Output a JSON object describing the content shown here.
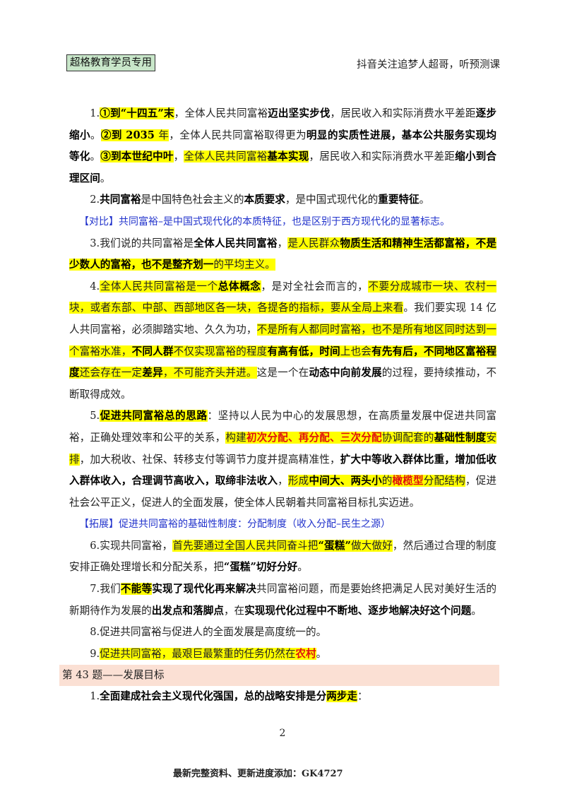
{
  "header": {
    "badge": "超格教育学员专用",
    "right_note": "抖音关注追梦人超哥，听预测课"
  },
  "items": {
    "i1": {
      "num": "1.",
      "s1": "①到“十四五”末",
      "s2": "，全体人民共同富裕",
      "s3": "迈出坚实步伐",
      "s4": "，居民收入和实际消费水平差距",
      "s5": "逐步缩小",
      "s6": "。",
      "s7": "②到 2035 ",
      "s8": "年",
      "s9": "，全体人民共同富裕取得更为",
      "s10": "明显的实质性进展，基本公共服务实现均等化",
      "s11": "。",
      "s12": "③到本世纪中叶",
      "s13": "，",
      "s14": "全体人民共同富裕",
      "s15": "基本实现",
      "s16": "，居民收入和实际消费水平差距",
      "s17": "缩小到合理区间",
      "s18": "。"
    },
    "i2": {
      "num": "2.",
      "s1": "共同富裕",
      "s2": "是中国特色社会主义的",
      "s3": "本质要求",
      "s4": "，是中国式现代化的",
      "s5": "重要特征",
      "s6": "。"
    },
    "compare": "【对比】共同富裕–是中国式现代化的本质特征，也是区别于西方现代化的显著标志。",
    "i3": {
      "num": "3.",
      "s1": "我们说的共同富裕是",
      "s2": "全体人民共同富裕",
      "s3": "，",
      "s4": "是人民群众",
      "s5": "物质生活和精神生活都富裕，不是少数人的富裕，也不是整齐划一",
      "s6": "的平均主义。"
    },
    "i4": {
      "num": "4.",
      "s1": "全体人民共同富裕是一个",
      "s2": "总体概念",
      "s3": "，是对全社会而言的，",
      "s4": "不要分成城市一块、农村一块，或者东部、中部、西部地区各一块，各提各的指标，要从全局上来看",
      "s5": "。我们要实现 14 亿人共同富裕，必须脚踏实地、久久为功，",
      "s6": "不是所有人都同时富裕，也不是所有地区同时达到一个富裕水准，",
      "s7": "不同人群",
      "s8": "不仅实现富裕的程度",
      "s9": "有高有低，时间",
      "s10": "上也会",
      "s11": "有先有后，不同地区富裕程度",
      "s12": "还会存在一定",
      "s13": "差异",
      "s14": "，不可能齐头并进。",
      "s15": "这是一个在",
      "s16": "动态中向前发展",
      "s17": "的过程，要持续推动，不断取得成效。"
    },
    "i5": {
      "num": "5.",
      "s1": "促进共同富裕总的思路",
      "s2": "：坚持以人民为中心的发展思想，在高质量发展中促进共同富裕，正确处理效率和公平的关系，",
      "s3": "构建",
      "s4": "初次分配、再分配、三次分配",
      "s5": "协调配套的",
      "s6": "基础性制度",
      "s7": "安排",
      "s8": "，加大税收、社保、转移支付等调节力度并提高精准性，",
      "s9": "扩大中等收入群体比重，增加低收入群体收入，合理调节高收入，取缔非法收入",
      "s10": "，",
      "s11": "形成",
      "s12": "中间大、两头小",
      "s13": "的",
      "s14": "橄榄型",
      "s15": "分配结构",
      "s16": "，促进社会公平正义，促进人的全面发展，使全体人民朝着共同富裕目标扎实迈进。"
    },
    "extend": "【拓展】促进共同富裕的基础性制度：分配制度（收入分配–民生之源）",
    "i6": {
      "num": "6.",
      "s1": "实现共同富裕，",
      "s2": "首先要通过全国人民共同奋斗把",
      "s3": "“蛋糕”",
      "s4": "做大做好",
      "s5": "，然后通过合理的制度安排正确处理增长和分配关系，把",
      "s6": "“蛋糕”切好分好",
      "s7": "。"
    },
    "i7": {
      "num": "7.",
      "s1": "我们",
      "s2": "不能等",
      "s3": "实现了现代化再来解决",
      "s4": "共同富裕问题，而是要始终把满足人民对美好生活的新期待作为发展的",
      "s5": "出发点和落脚点",
      "s6": "，在",
      "s7": "实现现代化过程中不断地、逐步地解决好这个问题",
      "s8": "。"
    },
    "i8": {
      "num": "8.",
      "s1": "促进共同富裕与促进人的全面发展是高度统一的。"
    },
    "i9": {
      "num": "9.",
      "s1": "促进共同富裕，最艰巨最繁重的任务仍然在",
      "s2": "农村",
      "s3": "。"
    }
  },
  "section": {
    "title": "第 43 题——发展目标"
  },
  "s43": {
    "i1": {
      "num": "1.",
      "s1": "全面建成社会主义现代化强国，总的战略安排是分",
      "s2": "两步走",
      "s3": "："
    }
  },
  "footer": {
    "page_number": "2",
    "note": "最新完整资料、更新进度添加：GK4727"
  },
  "colors": {
    "highlight": "#ffff00",
    "emphasis_red": "#e01010",
    "note_blue": "#2233cc",
    "section_bg": "#fbe0d4",
    "badge_bg": "#c8e6c9"
  }
}
